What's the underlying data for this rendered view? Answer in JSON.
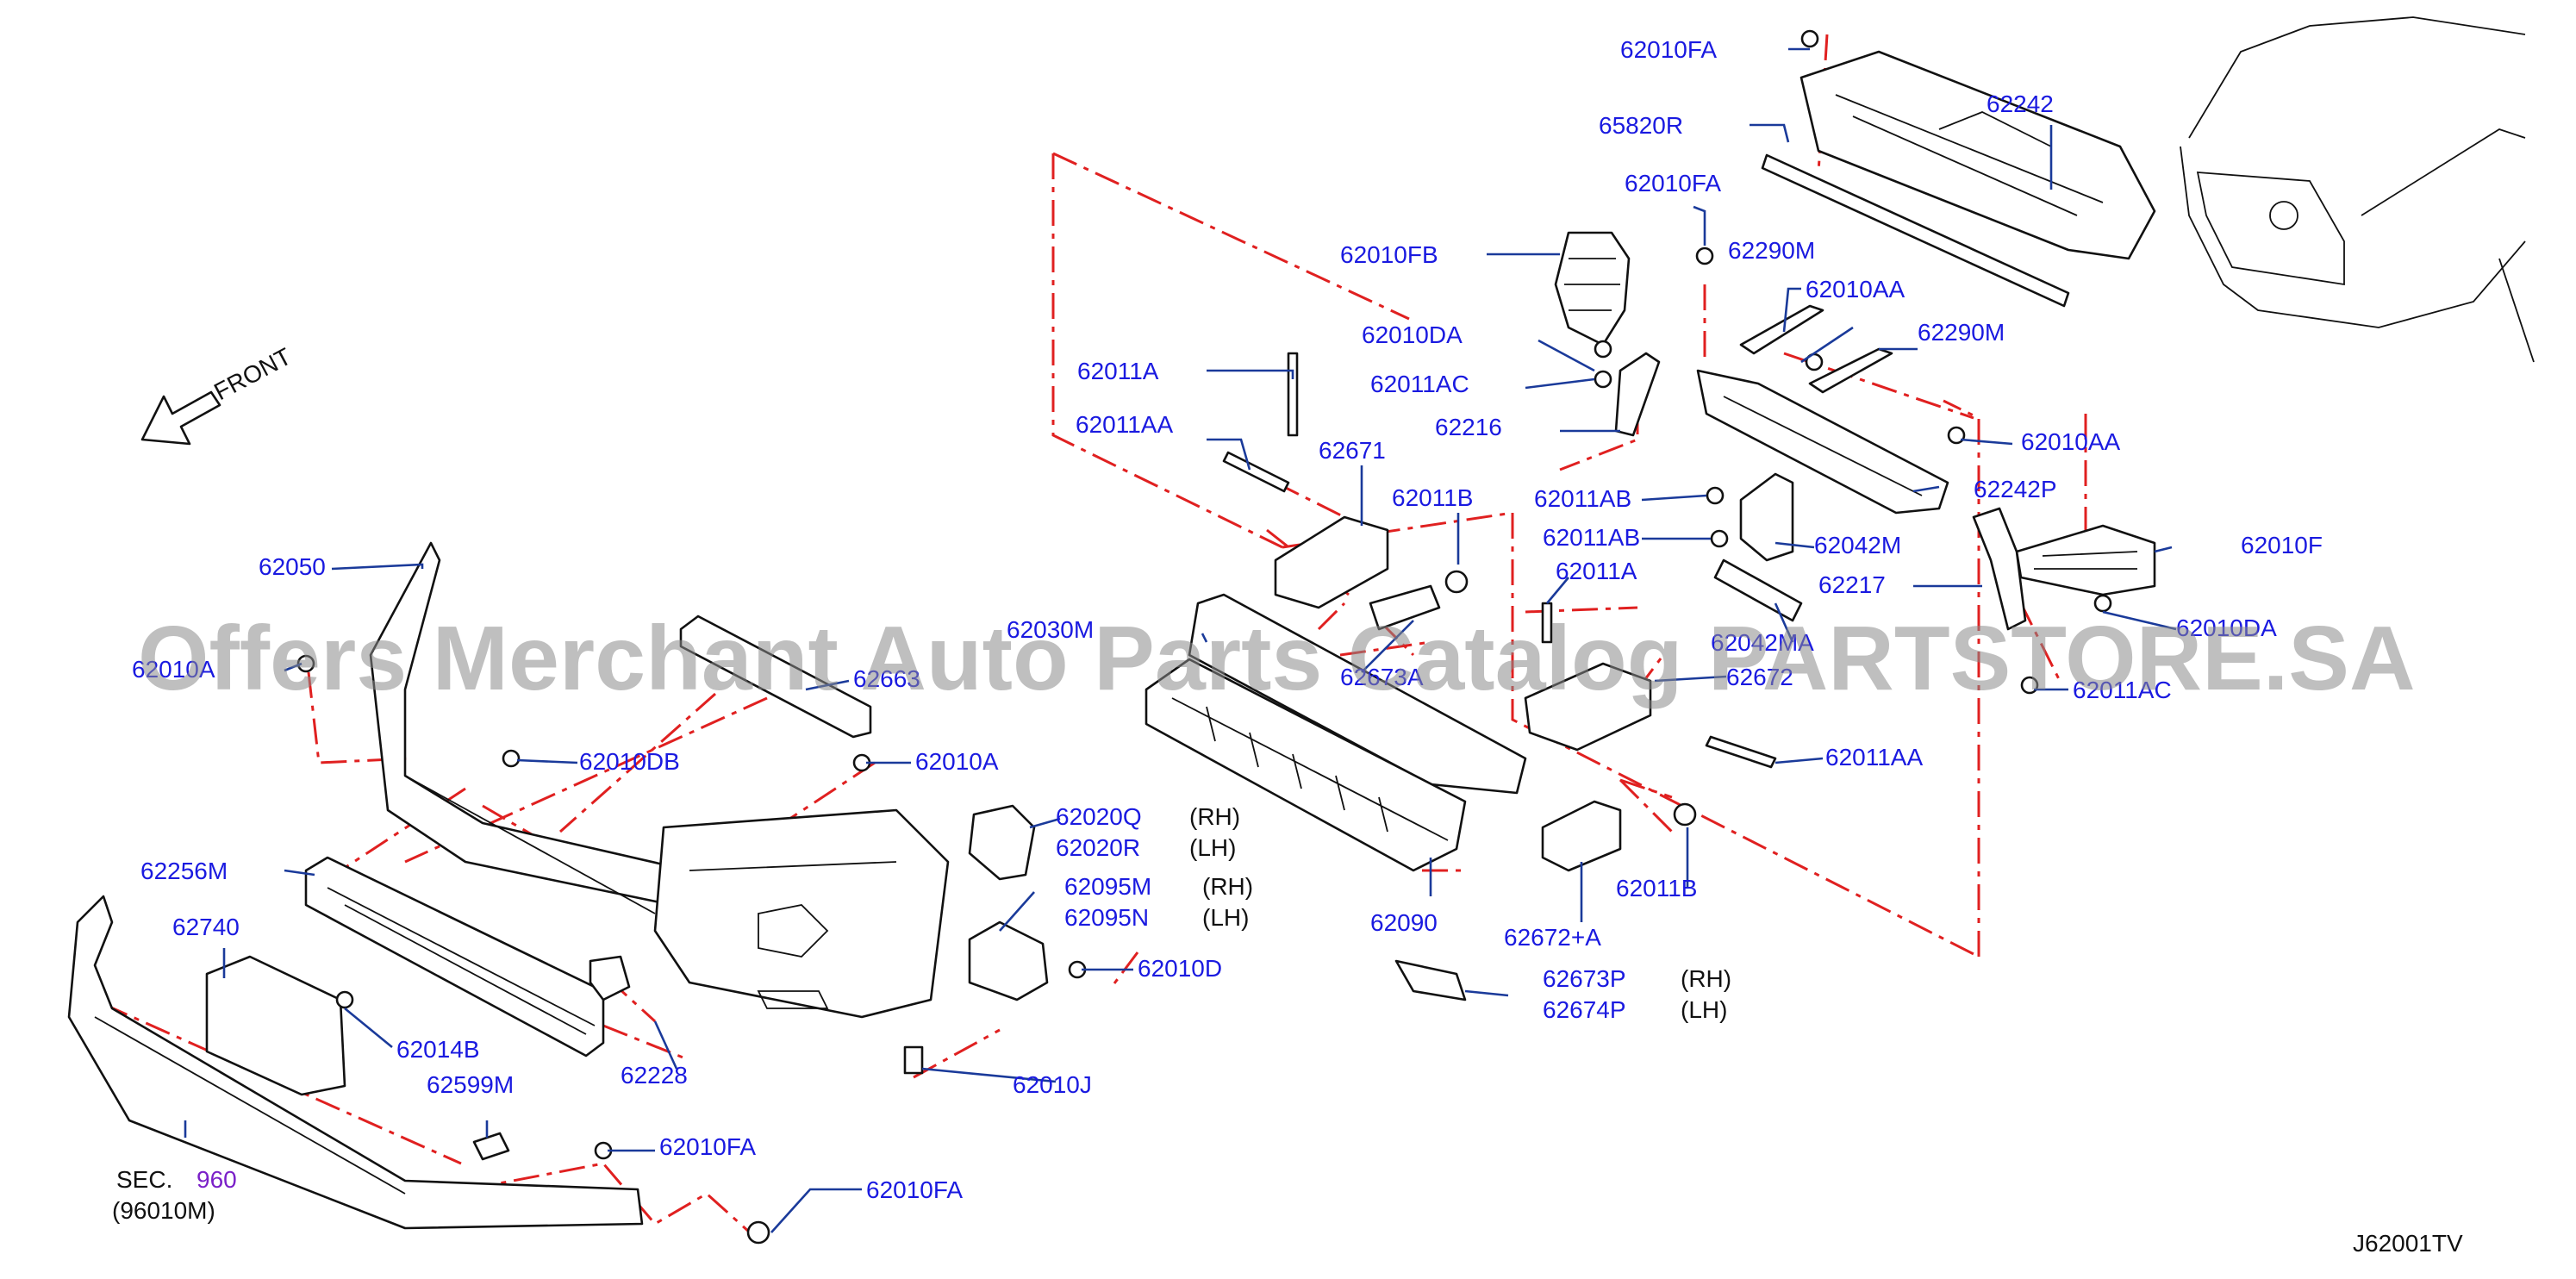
{
  "diagram_code": "J62001TV",
  "direction_label": "FRONT",
  "watermark": "Offers Merchant Auto Parts Catalog PARTSTORE.SA",
  "section_ref": {
    "prefix": "SEC.",
    "number": "960",
    "part": "(96010M)"
  },
  "callouts": {
    "p62010FA_top": "62010FA",
    "p65820R": "65820R",
    "p62242": "62242",
    "p62010FA_mid": "62010FA",
    "p62290M_a": "62290M",
    "p62010AA_a": "62010AA",
    "p62290M_b": "62290M",
    "p62010AA_b": "62010AA",
    "p62010FB": "62010FB",
    "p62010DA": "62010DA",
    "p62011AC": "62011AC",
    "p62216": "62216",
    "p62011A_a": "62011A",
    "p62011AA_a": "62011AA",
    "p62671": "62671",
    "p62011B_a": "62011B",
    "p62011AB_a": "62011AB",
    "p62011AB_b": "62011AB",
    "p62242P": "62242P",
    "p62042M": "62042M",
    "p62010F": "62010F",
    "p62217": "62217",
    "p62011A_b": "62011A",
    "p62030M": "62030M",
    "p62042MA": "62042MA",
    "p62010DA_b": "62010DA",
    "p62673A": "62673A",
    "p62672": "62672",
    "p62011AC_b": "62011AC",
    "p62050": "62050",
    "p62010A_left": "62010A",
    "p62663": "62663",
    "p62011AA_b": "62011AA",
    "p62010DB": "62010DB",
    "p62010A": "62010A",
    "p62020Q": "62020Q",
    "p62020Q_side": "(RH)",
    "p62020R": "62020R",
    "p62020R_side": "(LH)",
    "p62095M": "62095M",
    "p62095M_side": "(RH)",
    "p62095N": "62095N",
    "p62095N_side": "(LH)",
    "p62010D": "62010D",
    "p62090": "62090",
    "p62011B_b": "62011B",
    "p62672A": "62672+A",
    "p62256M": "62256M",
    "p62740": "62740",
    "p62014B": "62014B",
    "p62228": "62228",
    "p62599M": "62599M",
    "p62010J": "62010J",
    "p62673P": "62673P",
    "p62673P_side": "(RH)",
    "p62674P": "62674P",
    "p62674P_side": "(LH)",
    "p62010FA_low": "62010FA",
    "p62010FA_bottom": "62010FA"
  },
  "colors": {
    "part_number": "#1a1ae0",
    "leader": "#1a3a9a",
    "assembly_line": "#e02020",
    "section_number": "#7a20c8"
  }
}
